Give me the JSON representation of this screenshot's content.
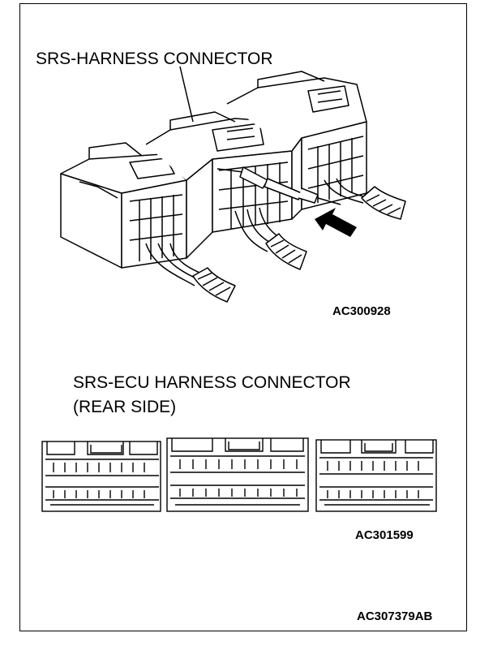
{
  "labels": {
    "top_title": "SRS-HARNESS CONNECTOR",
    "top_code": "AC300928",
    "bottom_title_line1": "SRS-ECU HARNESS CONNECTOR",
    "bottom_title_line2": "(REAR SIDE)",
    "bottom_code": "AC301599",
    "figure_code": "AC307379AB"
  },
  "colors": {
    "line": "#000000",
    "background": "#ffffff"
  }
}
